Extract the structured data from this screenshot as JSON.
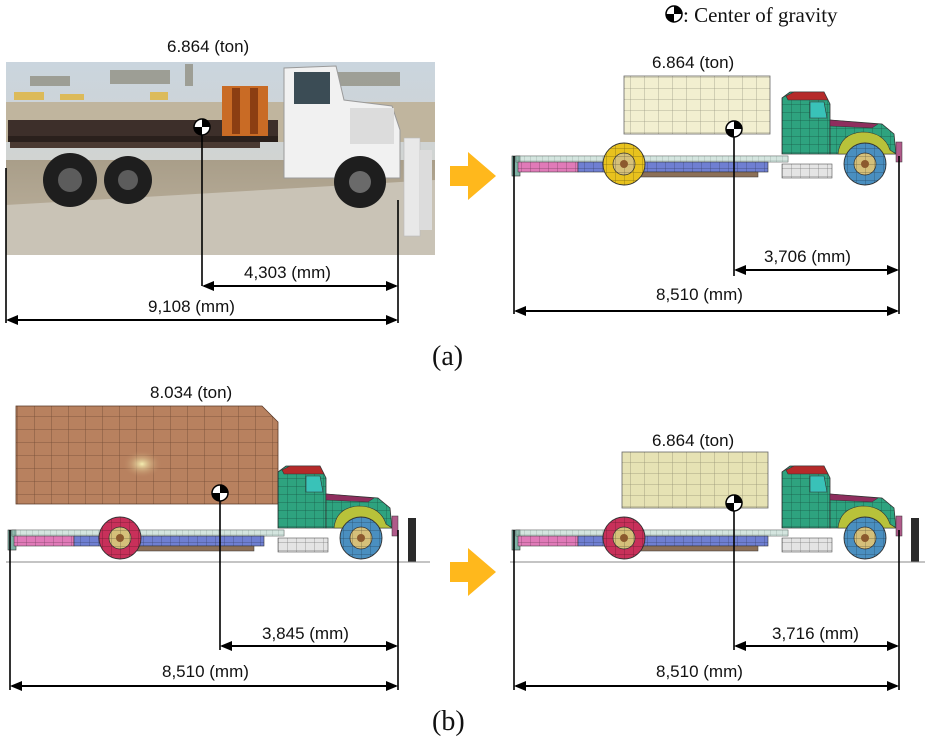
{
  "legend": {
    "icon": "center-of-gravity-icon",
    "text": ": Center of gravity"
  },
  "panels": [
    {
      "id": "a-photo",
      "mass": "6.864 (ton)",
      "cg_distance": "4,303 (mm)",
      "total_length": "9,108 (mm)"
    },
    {
      "id": "a-model",
      "mass": "6.864 (ton)",
      "cg_distance": "3,706 (mm)",
      "total_length": "8,510 (mm)"
    },
    {
      "id": "b-model-original",
      "mass": "8.034 (ton)",
      "cg_distance": "3,845 (mm)",
      "total_length": "8,510 (mm)"
    },
    {
      "id": "b-model-modified",
      "mass": "6.864 (ton)",
      "cg_distance": "3,716 (mm)",
      "total_length": "8,510 (mm)"
    }
  ],
  "captions": {
    "a": "(a)",
    "b": "(b)"
  },
  "colors": {
    "arrow": "#FFB81C",
    "cab": "#2EA37F",
    "cab_top": "#B52A2A",
    "cargo_a": "#F2EFD0",
    "cargo_b": "#B8815F",
    "cargo_d": "#E6E2B4",
    "wheel_rear": "#E8C21E",
    "wheel_rear_b": "#C8305A",
    "wheel_front": "#4A8FC0",
    "frame": "#6F7FD2",
    "frame_pink": "#E07AB8"
  }
}
